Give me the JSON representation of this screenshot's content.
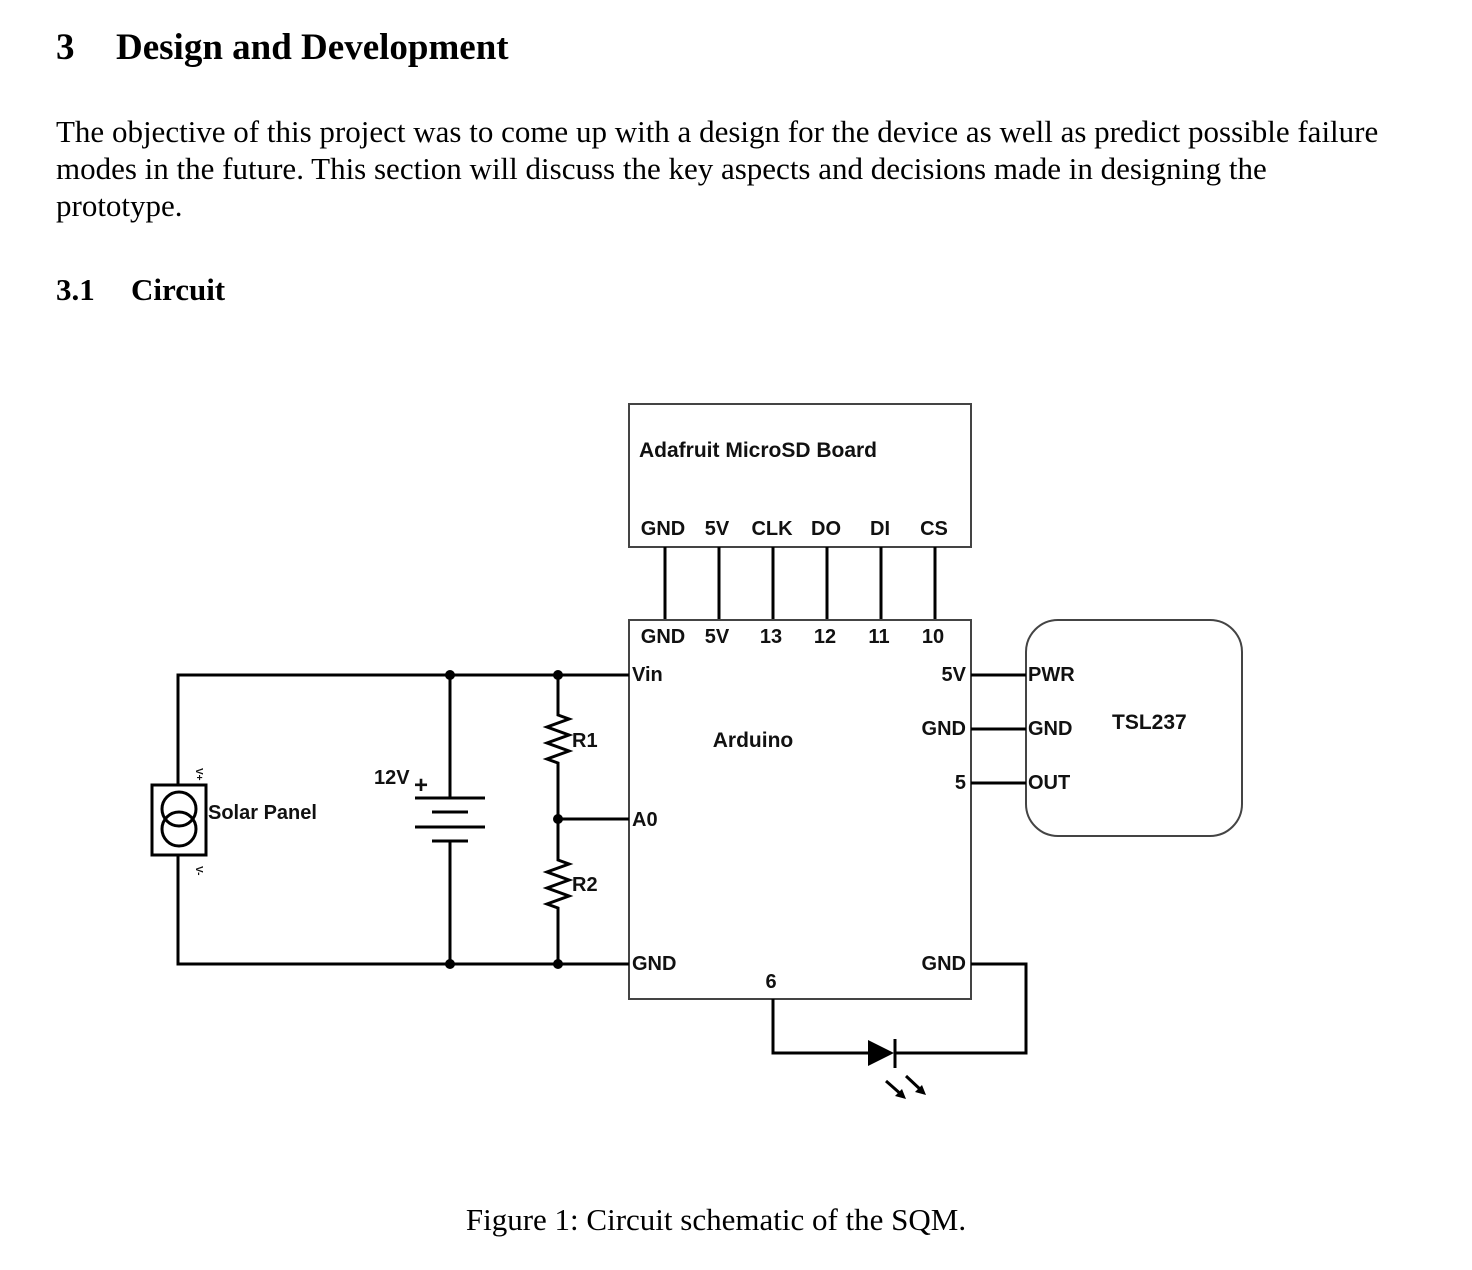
{
  "section": {
    "number": "3",
    "title": "Design and Development"
  },
  "intro": "The objective of this project was to come up with a design for the device as well as predict possible failure modes in the future. This section will discuss the key aspects and decisions made in designing the prototype.",
  "subsection": {
    "number": "3.1",
    "title": "Circuit"
  },
  "figure": {
    "caption": "Figure 1: Circuit schematic of the SQM.",
    "components": {
      "sd_board": {
        "label": "Adafruit MicroSD Board",
        "pins": [
          "GND",
          "5V",
          "CLK",
          "DO",
          "DI",
          "CS"
        ]
      },
      "arduino": {
        "label": "Arduino",
        "top_pins": [
          "GND",
          "5V",
          "13",
          "12",
          "11",
          "10"
        ],
        "left_pins": {
          "vin": "Vin",
          "a0": "A0",
          "gnd": "GND"
        },
        "right_pins": {
          "v5": "5V",
          "gnd_mid": "GND",
          "d5": "5",
          "gnd_bottom": "GND"
        },
        "bottom_pin": "6"
      },
      "tsl237": {
        "label": "TSL237",
        "pins": {
          "pwr": "PWR",
          "gnd": "GND",
          "out": "OUT"
        }
      },
      "solar_panel": {
        "label": "Solar Panel",
        "plus": "V+",
        "minus": "V-"
      },
      "battery": {
        "label": "12V",
        "plus": "+"
      },
      "r1": {
        "label": "R1"
      },
      "r2": {
        "label": "R2"
      },
      "led": {
        "label": "LED"
      }
    }
  }
}
